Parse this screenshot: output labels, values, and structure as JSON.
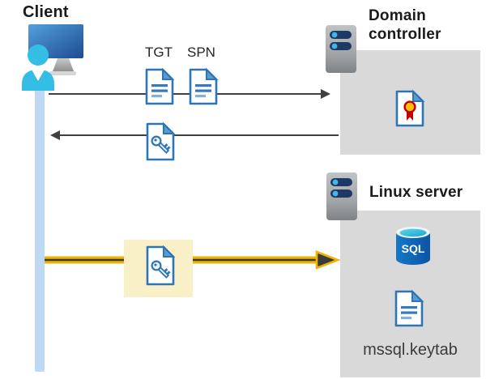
{
  "client": {
    "label": "Client"
  },
  "flow": {
    "tgt_label": "TGT",
    "spn_label": "SPN"
  },
  "domain_controller": {
    "title": "Domain controller"
  },
  "linux_server": {
    "title": "Linux server",
    "sql_label": "SQL",
    "keytab_label": "mssql.keytab"
  },
  "colors": {
    "doc_border_blue": "#2E75B6",
    "doc_fold_blue": "#5B9BD5",
    "timeline_blue": "#BED9F6",
    "panel_gray": "#D9D9D9",
    "arrow_gray": "#404040",
    "highlight_yellow": "#FAF0C8",
    "arrow_yellow": "#F0B400",
    "cert_red": "#C00000",
    "cert_gold": "#FFC000",
    "sql_body_blue": "#0E63B6",
    "sql_top_cyan": "#35C2E4",
    "person_cyan": "#35BEE5",
    "server_bar_navy": "#1F3864"
  }
}
